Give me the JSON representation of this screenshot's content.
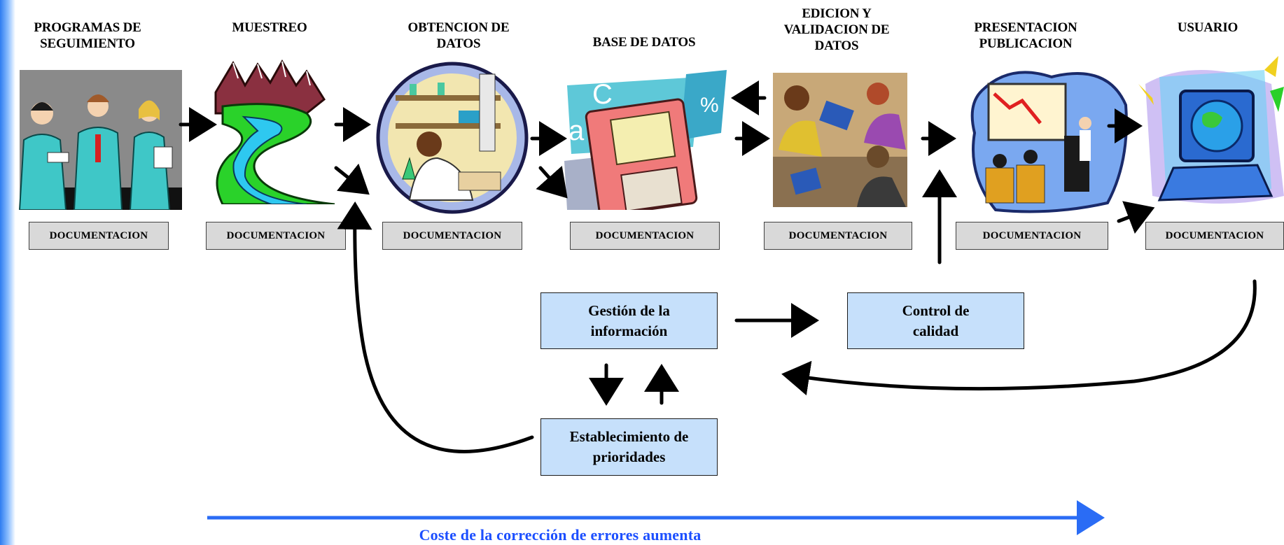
{
  "stages": [
    {
      "title": "PROGRAMAS DE\nSEGUIMIENTO",
      "doc_label": "DOCUMENTACION",
      "illustration": "scientists-illustration"
    },
    {
      "title": "MUESTREO",
      "doc_label": "DOCUMENTACION",
      "illustration": "river-mountains-illustration"
    },
    {
      "title": "OBTENCION DE\nDATOS",
      "doc_label": "DOCUMENTACION",
      "illustration": "laboratory-illustration"
    },
    {
      "title": "BASE DE DATOS",
      "doc_label": "DOCUMENTACION",
      "illustration": "floppy-disk-illustration"
    },
    {
      "title": "EDICION Y\nVALIDACION DE\nDATOS",
      "doc_label": "DOCUMENTACION",
      "illustration": "team-meeting-illustration"
    },
    {
      "title": "PRESENTACION\nPUBLICACION",
      "doc_label": "DOCUMENTACION",
      "illustration": "presentation-illustration"
    },
    {
      "title": "USUARIO",
      "doc_label": "DOCUMENTACION",
      "illustration": "computer-globe-illustration"
    }
  ],
  "process_boxes": {
    "gestion": "Gestión de la\ninformación",
    "control": "Control de\ncalidad",
    "prioridades": "Establecimiento de\nprioridades"
  },
  "cost_caption": "Coste de la corrección de errores aumenta",
  "colors": {
    "process_fill": "#c6e0fb",
    "doc_fill": "#d9d9d9",
    "cost_arrow": "#2a6cf5",
    "caption": "#1c4fff"
  }
}
